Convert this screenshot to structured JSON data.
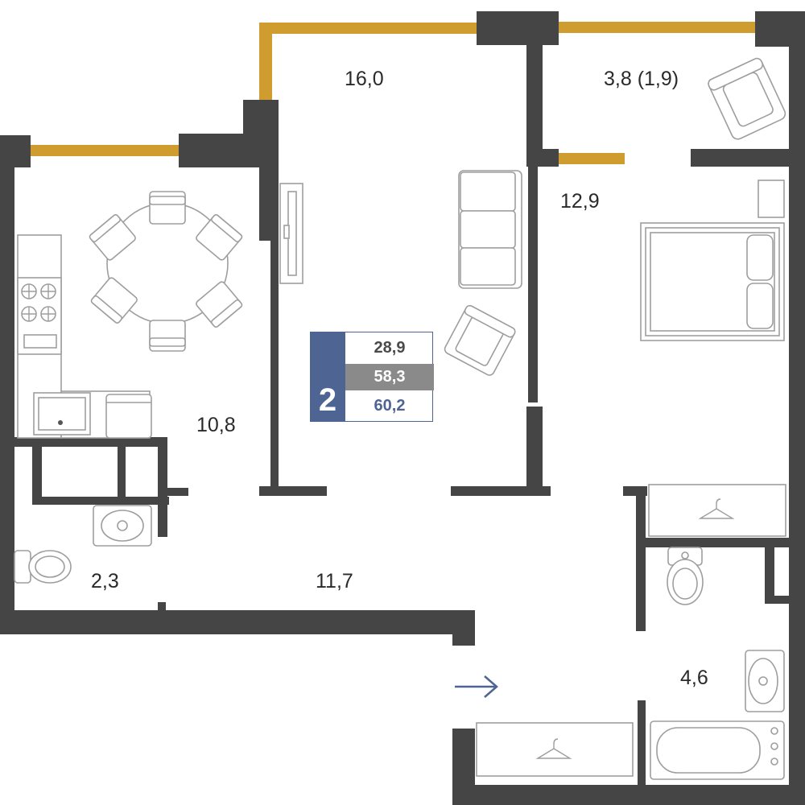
{
  "rooms": {
    "living": "16,0",
    "balcony": "3,8 (1,9)",
    "bedroom": "12,9",
    "kitchen": "10,8",
    "bathroom_small": "2,3",
    "hall": "11,7",
    "bathroom_large": "4,6"
  },
  "summary": {
    "rooms_count": "2",
    "living_area": "28,9",
    "total_area": "58,3",
    "total_area_with_balcony": "60,2"
  },
  "colors": {
    "walls": "#454545",
    "windows": "#cf9c30",
    "accent": "#4e6492",
    "furniture": "#9e9e9e"
  },
  "icons": {
    "entrance": "arrow-right-icon"
  }
}
